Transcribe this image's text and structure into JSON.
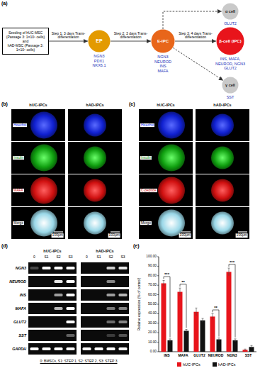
{
  "diagram": {
    "nodes": [
      {
        "text": [
          "Seeding of hUC-MSC (Passage 3: 1×10⁵ cells)",
          "and",
          "hAD-MSC (Passage 3: 1×10⁵ cells)"
        ]
      },
      {
        "text": [
          "EP",
          "NGN3 PDX1 NKX6.1"
        ]
      },
      {
        "text": [
          "E-IPC",
          "NGN3 NEUROD INS MAFA"
        ]
      },
      {
        "text": [
          "α cell",
          "GLUT2"
        ]
      },
      {
        "text": [
          "β-cell (IPC)",
          "INS, MAFA, NEUROD, NGN3 GLUT2"
        ]
      },
      {
        "text": [
          "γ cell",
          "SST"
        ]
      }
    ],
    "edges": [
      {
        "from": 0,
        "to": 1,
        "arrow": "to",
        "label": "Step 1: 3 days Trans-differentiation"
      },
      {
        "from": 1,
        "to": 2,
        "arrow": "to",
        "label": "Step 2: 3 days Trans-differentiation"
      },
      {
        "from": 2,
        "to": 4,
        "arrow": "to",
        "label": "Step 3: 4 days Trans-differentiation"
      },
      {
        "from": 2,
        "to": 3,
        "arrow": "to"
      },
      {
        "from": 2,
        "to": 5,
        "arrow": "to"
      }
    ],
    "labels": [
      "(a)",
      "(b)",
      "hUC-IPCs",
      "hAD-IPCs",
      "Hoechst",
      "Insulin",
      "MAFA",
      "Merge",
      "100μm",
      "100μm",
      "(c)",
      "hUC-IPCs",
      "hAD-IPCs",
      "Hoechst",
      "Insulin",
      "C-peptide",
      "Merge",
      "100μm",
      "100μm",
      "(d)",
      "hUC-IPCs",
      "hAD-IPCs",
      "0",
      "S1",
      "S2",
      "S3",
      "0",
      "S1",
      "S2",
      "S3",
      "NGN3",
      "NEUROD",
      "INS",
      "MAFA",
      "GLUT2",
      "SST",
      "GAPDH",
      "0: BMSCs, S1: STEP 1, S2: STEP 2, S3: STEP 3",
      "(e)",
      "Relative expression (% of control)",
      "0.00",
      "10.00",
      "20.00",
      "30.00",
      "40.00",
      "50.00",
      "60.00",
      "70.00",
      "80.00",
      "90.00",
      "100.00",
      "INS",
      "MAFA",
      "GLUT2",
      "NEUROD",
      "NGN3",
      "SST",
      "***",
      "**",
      "**",
      "***"
    ],
    "legend": [
      {
        "text": "hUC-IPCs",
        "color": "#e8141b"
      },
      {
        "text": "hAD-IPCs",
        "color": "#111111"
      }
    ]
  }
}
